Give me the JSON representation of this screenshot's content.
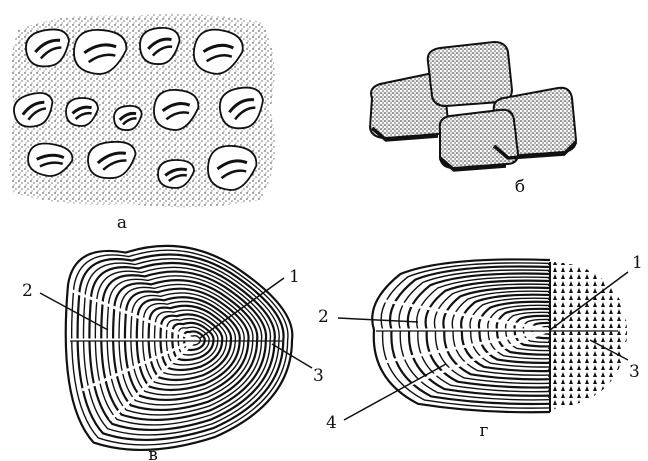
{
  "panels": {
    "a": {
      "label": "а"
    },
    "b": {
      "label": "б"
    },
    "v": {
      "label": "в",
      "callouts": [
        "1",
        "2",
        "3"
      ]
    },
    "g": {
      "label": "г",
      "callouts": [
        "1",
        "2",
        "3",
        "4"
      ]
    }
  },
  "colors": {
    "ink": "#111111",
    "paper": "#ffffff"
  }
}
